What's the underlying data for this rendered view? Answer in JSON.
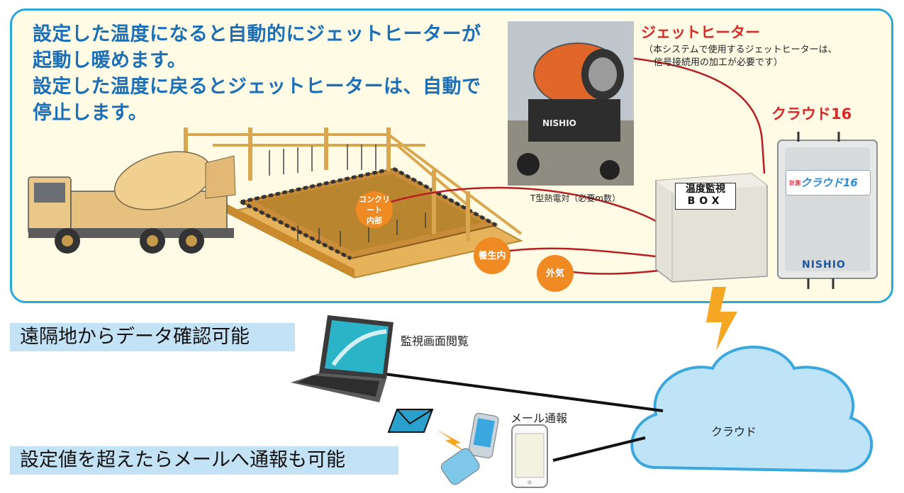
{
  "headline": [
    "設定した温度になると自動的にジェットヒーターが",
    "起動し暖めます。",
    "設定した温度に戻るとジェットヒーターは、自動で",
    "停止します。"
  ],
  "jet_heater": {
    "title": "ジェットヒーター",
    "note": [
      "（本システムで使用するジェットヒーターは、",
      "信号接続用の加工が必要です）"
    ],
    "brand": "NISHIO"
  },
  "cloud16": {
    "title": "クラウド16",
    "plate_small": "計測",
    "plate_name": "クラウド16",
    "brand": "NISHIO"
  },
  "thermocouple_label": "T型熱電対（必要m数）",
  "monitor_box": [
    "温度監視",
    "BOX"
  ],
  "sensors": {
    "concrete": [
      "コンクリート",
      "内部"
    ],
    "curing": "養生内",
    "outside": "外気"
  },
  "banner_remote": "遠隔地からデータ確認可能",
  "banner_mail": "設定値を超えたらメールへ通報も可能",
  "label_view": "監視画面閲覧",
  "label_mail": "メール通報",
  "label_cloud": "クラウド",
  "colors": {
    "accent_blue": "#1b6fb7",
    "red": "#d92a2a",
    "sensor_orange": "#f08a22",
    "banner_blue": "#c4e2f6",
    "panel_border": "#2ba7d8"
  }
}
